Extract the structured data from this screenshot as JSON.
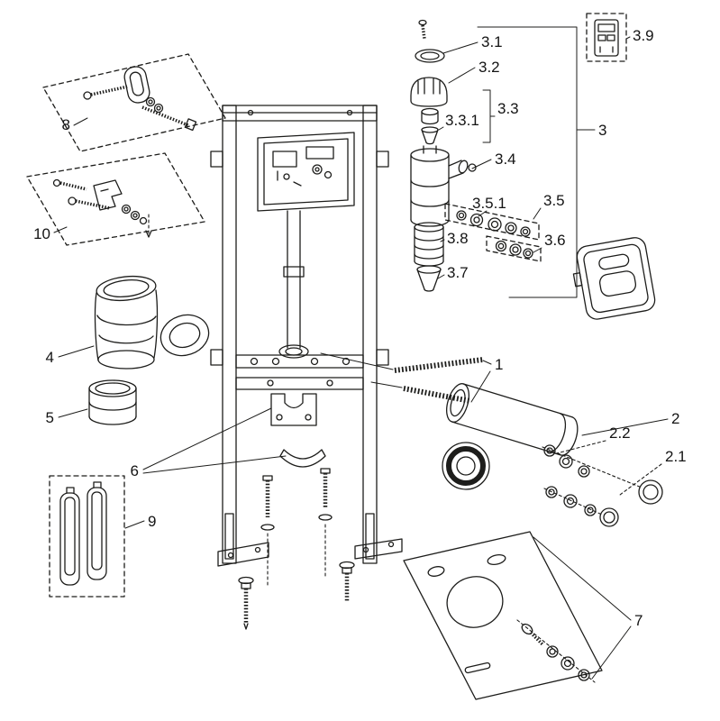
{
  "diagram": {
    "type": "exploded-parts-diagram",
    "background": "#ffffff",
    "line_color": "#1d1d1b",
    "labels": {
      "p1": "1",
      "p2": "2",
      "p2_1": "2.1",
      "p2_2": "2.2",
      "p3": "3",
      "p3_1": "3.1",
      "p3_2": "3.2",
      "p3_3": "3.3",
      "p3_3_1": "3.3.1",
      "p3_4": "3.4",
      "p3_5": "3.5",
      "p3_5_1": "3.5.1",
      "p3_6": "3.6",
      "p3_7": "3.7",
      "p3_8": "3.8",
      "p3_9": "3.9",
      "p4": "4",
      "p5": "5",
      "p6": "6",
      "p7": "7",
      "p8": "8",
      "p9": "9",
      "p10": "10"
    }
  }
}
